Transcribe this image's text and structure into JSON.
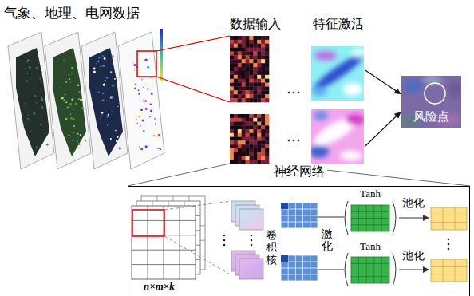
{
  "diagram": {
    "nodes": [
      {
        "text": [
          "气象、地理、电网数据"
        ]
      },
      {
        "text": [
          "数据输入"
        ]
      },
      {
        "text": [
          "特征激活"
        ]
      },
      {
        "text": [
          "风险点"
        ]
      },
      {
        "text": [
          "神经网络"
        ]
      },
      {
        "text": [
          "Tanh"
        ],
        "in": 4
      },
      {
        "text": [
          "Tanh"
        ],
        "in": 4
      }
    ],
    "edges": [
      {
        "from": 2,
        "to": 3,
        "arrow": "to"
      },
      {
        "from": 2,
        "to": 3,
        "arrow": "to"
      }
    ],
    "labels": [
      "卷积核",
      "激化",
      "池化",
      "池化",
      "n×m×k"
    ]
  }
}
